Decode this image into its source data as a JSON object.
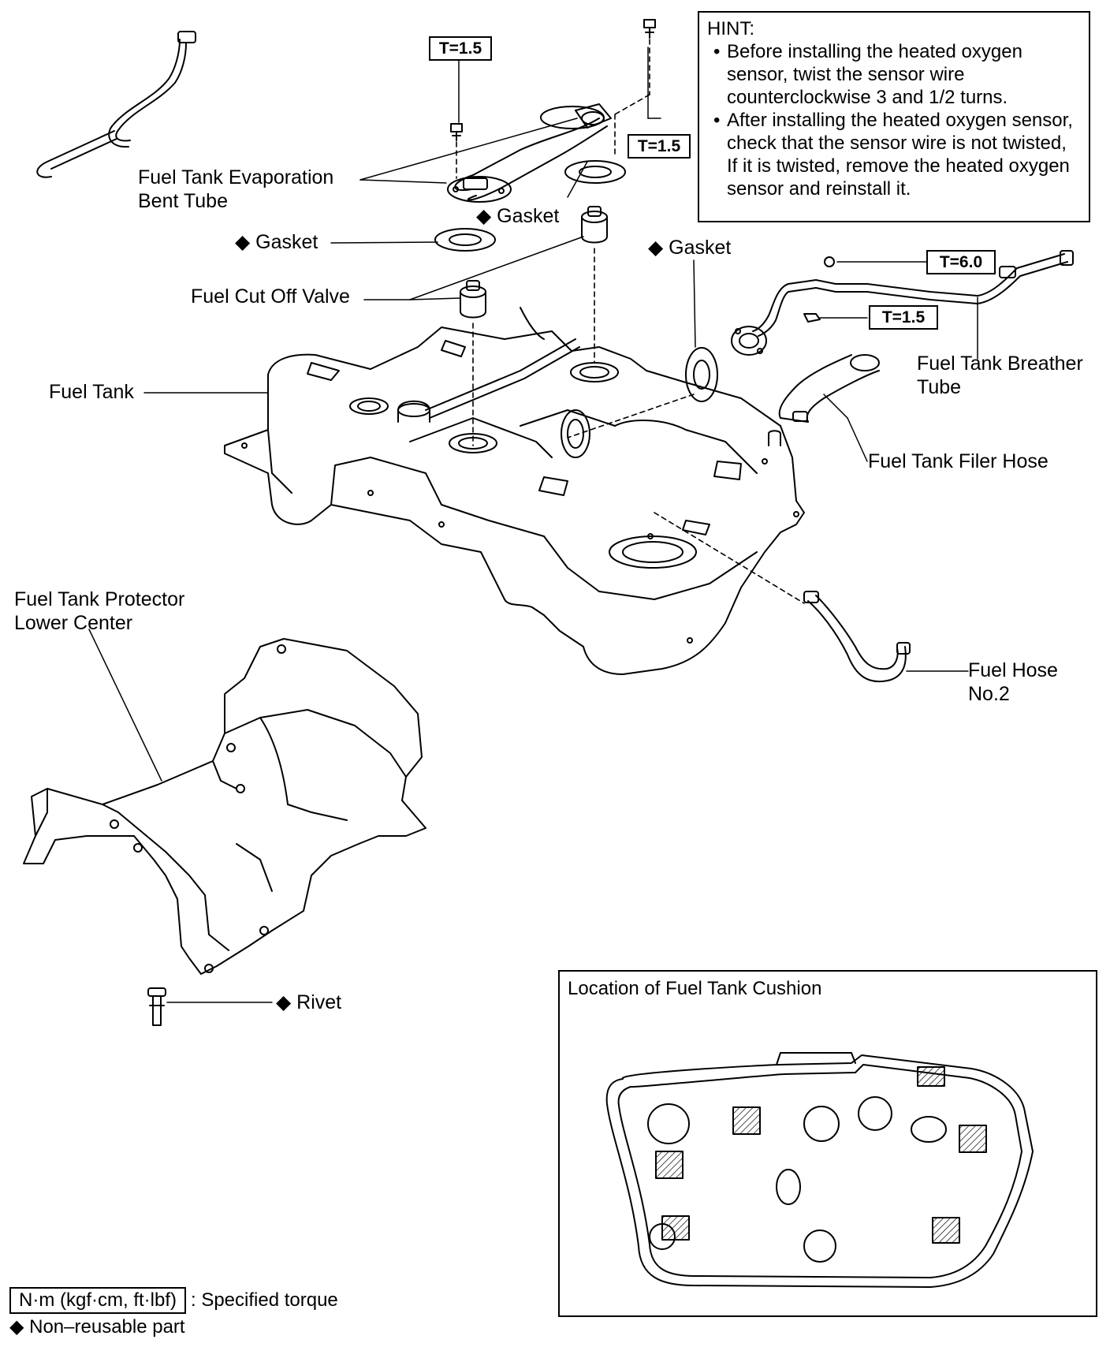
{
  "hint": {
    "title": "HINT:",
    "items": [
      "Before installing the heated oxygen sensor, twist the sensor wire counterclockwise 3 and 1/2 turns.",
      "After installing the heated oxygen sensor, check that the sensor wire is not twisted, If it is twisted, remove the heated oxygen sensor and reinstall it."
    ]
  },
  "torques": {
    "t1": "T=1.5",
    "t2": "T=1.5",
    "t3": "T=6.0",
    "t4": "T=1.5"
  },
  "labels": {
    "evap_tube": "Fuel Tank Evaporation",
    "evap_tube_2": "Bent Tube",
    "gasket_1": "◆ Gasket",
    "gasket_2": "◆ Gasket",
    "gasket_3": "◆ Gasket",
    "cut_off_valve": "Fuel Cut Off Valve",
    "fuel_tank": "Fuel Tank",
    "breather_tube": "Fuel Tank Breather",
    "breather_tube_2": "Tube",
    "filer_hose": "Fuel Tank Filer Hose",
    "protector": "Fuel Tank Protector",
    "protector_2": "Lower Center",
    "fuel_hose": "Fuel Hose",
    "fuel_hose_2": "No.2",
    "rivet": "◆ Rivet"
  },
  "location_box": {
    "title": "Location of Fuel Tank Cushion"
  },
  "legend": {
    "unit": "N·m (kgf·cm, ft·lbf)",
    "unit_desc": ": Specified torque",
    "nonreusable": "◆ Non–reusable part"
  }
}
